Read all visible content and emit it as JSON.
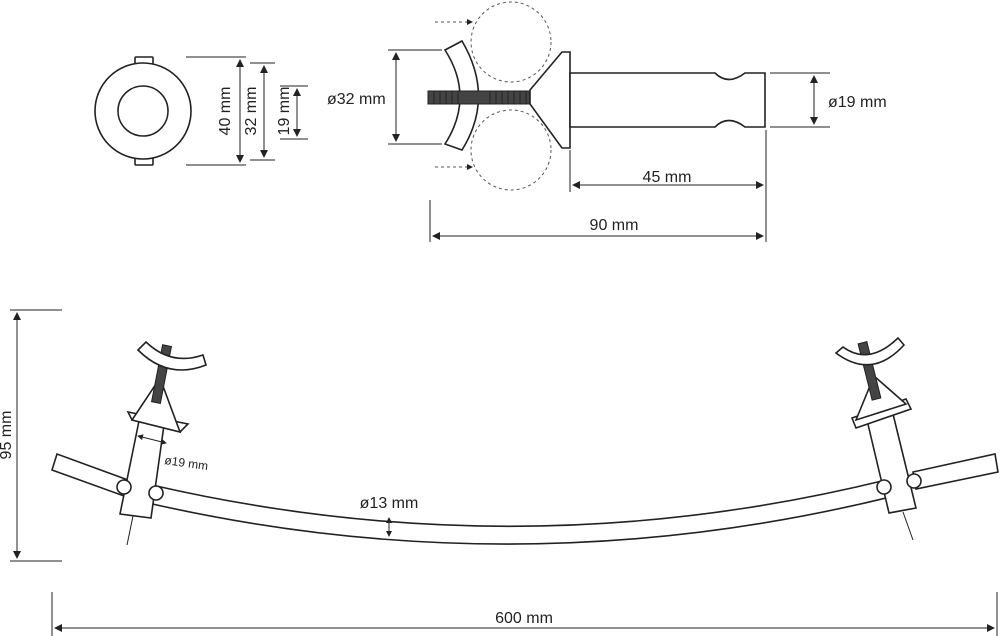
{
  "labels": {
    "front_outer_diameter": "40 mm",
    "front_mid_diameter": "32 mm",
    "front_inner_diameter": "19 mm",
    "clamp_diameter": "ø32 mm",
    "rod_diameter": "ø19 mm",
    "rod_length": "45 mm",
    "total_depth": "90 mm",
    "overall_height": "95 mm",
    "bar_diameter": "ø13 mm",
    "bracket_diameter": "ø19 mm",
    "overall_width": "600 mm"
  }
}
